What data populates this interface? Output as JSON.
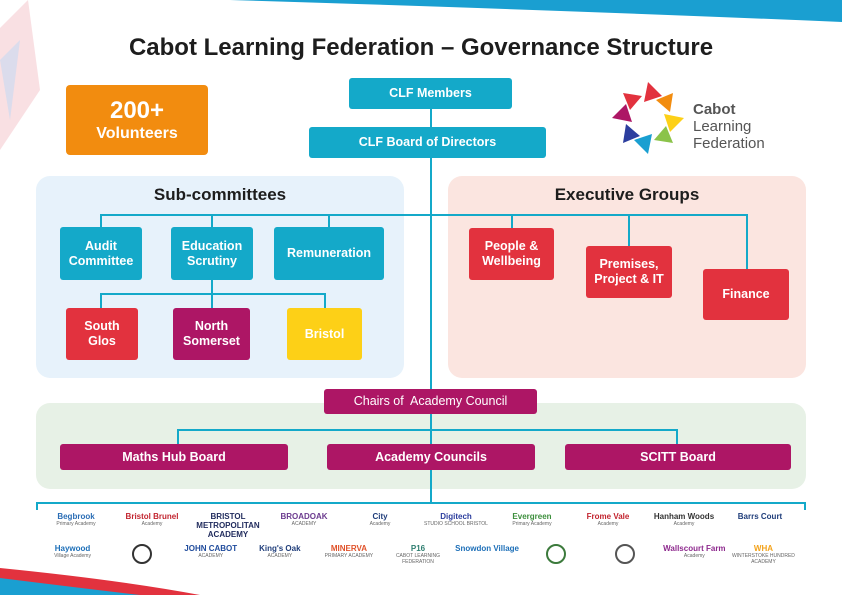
{
  "title": "Cabot Learning Federation – Governance Structure",
  "volunteers": {
    "count": "200+",
    "label": "Volunteers"
  },
  "brand": {
    "line1": "Cabot",
    "line2": "Learning",
    "line3": "Federation"
  },
  "top": {
    "members": "CLF Members",
    "board": "CLF Board of Directors"
  },
  "subcommittees": {
    "title": "Sub-committees",
    "audit": "Audit Committee",
    "education": "Education Scrutiny",
    "remuneration": "Remuneration",
    "south_glos": "South Glos",
    "north_somerset": "North Somerset",
    "bristol": "Bristol"
  },
  "executive": {
    "title": "Executive Groups",
    "people": "People & Wellbeing",
    "premises": "Premises, Project & IT",
    "finance": "Finance"
  },
  "academy": {
    "chairs": "Chairs of  Academy Council",
    "maths": "Maths Hub Board",
    "councils": "Academy Councils",
    "scitt": "SCITT Board"
  },
  "schools_row1": [
    {
      "name": "Begbrook",
      "sub": "Primary Academy",
      "color": "#2a6db5"
    },
    {
      "name": "Bristol Brunel",
      "sub": "Academy",
      "color": "#c2242f"
    },
    {
      "name": "BRISTOL METROPOLITAN ACADEMY",
      "sub": "",
      "color": "#1f2a5c"
    },
    {
      "name": "BROADOAK",
      "sub": "ACADEMY",
      "color": "#6b3a8e"
    },
    {
      "name": "City",
      "sub": "Academy",
      "color": "#1e3c7a"
    },
    {
      "name": "Digitech",
      "sub": "STUDIO SCHOOL BRISTOL",
      "color": "#2c3e9e"
    },
    {
      "name": "Evergreen",
      "sub": "Primary Academy",
      "color": "#3c8f3c"
    },
    {
      "name": "Frome Vale",
      "sub": "Academy",
      "color": "#c2242f"
    },
    {
      "name": "Hanham Woods",
      "sub": "Academy",
      "color": "#333333"
    },
    {
      "name": "Barrs Court",
      "sub": "",
      "color": "#1f3d7a"
    }
  ],
  "schools_row2": [
    {
      "name": "Haywood",
      "sub": "Village Academy",
      "color": "#1d6fb8"
    },
    {
      "name": "",
      "sub": "",
      "color": "#333333"
    },
    {
      "name": "JOHN CABOT",
      "sub": "ACADEMY",
      "color": "#1f4b9c"
    },
    {
      "name": "King's Oak",
      "sub": "ACADEMY",
      "color": "#1f3d7a"
    },
    {
      "name": "MINERVA",
      "sub": "PRIMARY ACADEMY",
      "color": "#e0522a"
    },
    {
      "name": "P16",
      "sub": "CABOT LEARNING FEDERATION",
      "color": "#2d7d6f"
    },
    {
      "name": "Snowdon Village",
      "sub": "",
      "color": "#1d6fb8"
    },
    {
      "name": "",
      "sub": "",
      "color": "#3c7a3c"
    },
    {
      "name": "",
      "sub": "",
      "color": "#555555"
    },
    {
      "name": "Wallscourt Farm",
      "sub": "Academy",
      "color": "#8e2a8e"
    },
    {
      "name": "WHA",
      "sub": "WINTERSTOKE HUNDRED ACADEMY",
      "color": "#f3a21a"
    }
  ]
}
